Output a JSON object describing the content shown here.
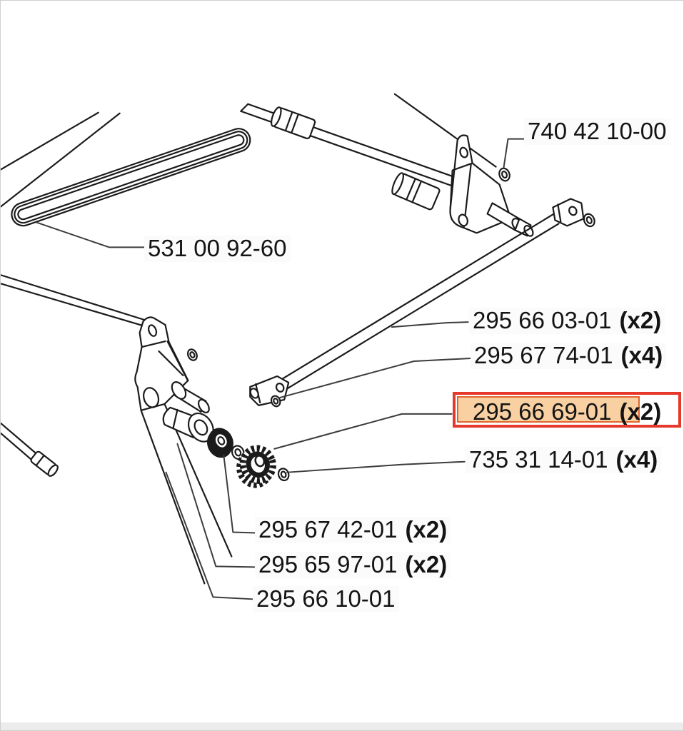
{
  "page": {
    "background": "#ffffff",
    "frame_color": "#cfcfcf",
    "line_color": "#1b1b1b"
  },
  "diagram": {
    "labels": [
      {
        "part": "740 42 10-00",
        "qty": ""
      },
      {
        "part": "531 00 92-60",
        "qty": ""
      },
      {
        "part": "295 66 03-01",
        "qty": "(x2)"
      },
      {
        "part": "295 67 74-01",
        "qty": "(x4)"
      },
      {
        "part": "295 66 69-01",
        "qty": "(x2)",
        "highlighted": true
      },
      {
        "part": "735 31 14-01",
        "qty": "(x4)"
      },
      {
        "part": "295 67 42-01",
        "qty": "(x2)"
      },
      {
        "part": "295 65 97-01",
        "qty": "(x2)"
      },
      {
        "part": "295 66 10-01",
        "qty": ""
      }
    ],
    "highlight": {
      "outer_border": "#e6392b",
      "inner_border": "#e2652e",
      "inner_fill": "#f8d0a2"
    }
  }
}
